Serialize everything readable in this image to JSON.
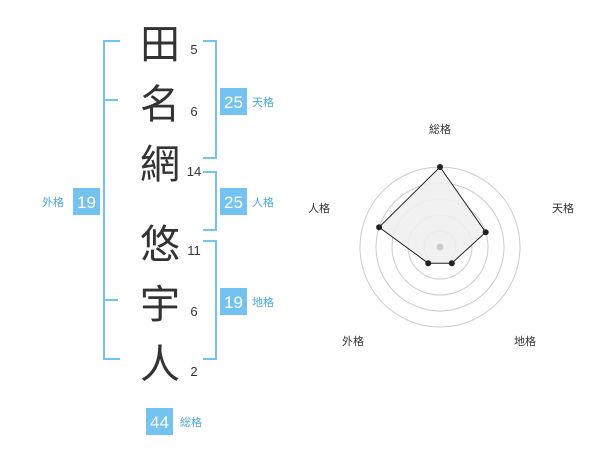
{
  "name": {
    "characters": [
      {
        "char": "田",
        "strokes": "5"
      },
      {
        "char": "名",
        "strokes": "6"
      },
      {
        "char": "網",
        "strokes": "14"
      },
      {
        "char": "悠",
        "strokes": "11"
      },
      {
        "char": "宇",
        "strokes": "6"
      },
      {
        "char": "人",
        "strokes": "2"
      }
    ]
  },
  "scores": {
    "tenkaku": {
      "value": "25",
      "label": "天格"
    },
    "jinkaku": {
      "value": "25",
      "label": "人格"
    },
    "chikaku": {
      "value": "19",
      "label": "地格"
    },
    "gaikaku": {
      "value": "19",
      "label": "外格"
    },
    "soukaku": {
      "value": "44",
      "label": "総格"
    }
  },
  "radar": {
    "axes": [
      "総格",
      "天格",
      "地格",
      "外格",
      "人格"
    ],
    "levels": [
      1,
      0.6,
      0.25,
      0.25,
      0.8
    ]
  },
  "colors": {
    "accent": "#74c2f0",
    "label_text": "#4aa8e0",
    "bracket": "#74c2f0",
    "radar_ring": "#cccccc",
    "radar_fill": "#eeeeee",
    "radar_line": "#222222",
    "center_dot": "#cccccc"
  }
}
